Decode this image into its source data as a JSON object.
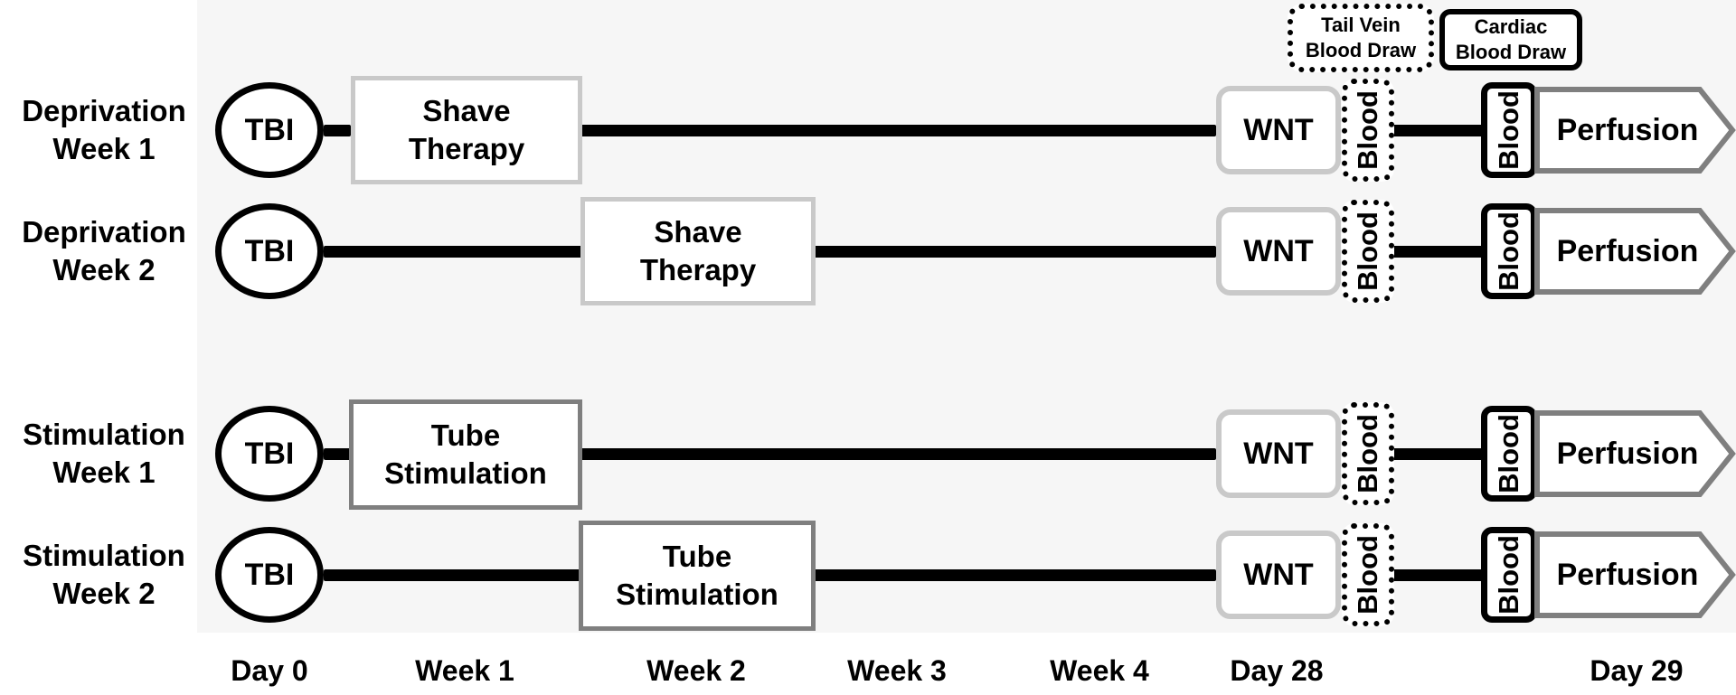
{
  "legend": {
    "tail_vein": "Tail Vein\nBlood Draw",
    "cardiac": "Cardiac\nBlood Draw"
  },
  "rows": [
    {
      "label": "Deprivation\nWeek 1",
      "tbi": "TBI",
      "treatment": "Shave\nTherapy",
      "wnt": "WNT",
      "blood_tail": "Blood",
      "blood_cardiac": "Blood",
      "perfusion": "Perfusion"
    },
    {
      "label": "Deprivation\nWeek 2",
      "tbi": "TBI",
      "treatment": "Shave\nTherapy",
      "wnt": "WNT",
      "blood_tail": "Blood",
      "blood_cardiac": "Blood",
      "perfusion": "Perfusion"
    },
    {
      "label": "Stimulation\nWeek 1",
      "tbi": "TBI",
      "treatment": "Tube\nStimulation",
      "wnt": "WNT",
      "blood_tail": "Blood",
      "blood_cardiac": "Blood",
      "perfusion": "Perfusion"
    },
    {
      "label": "Stimulation\nWeek 2",
      "tbi": "TBI",
      "treatment": "Tube\nStimulation",
      "wnt": "WNT",
      "blood_tail": "Blood",
      "blood_cardiac": "Blood",
      "perfusion": "Perfusion"
    }
  ],
  "timeline": [
    "Day 0",
    "Week 1",
    "Week 2",
    "Week 3",
    "Week 4",
    "Day 28",
    "Day 29"
  ],
  "colors": {
    "shave_border": "#c9c9c9",
    "tube_border": "#7f7f7f",
    "wnt_border": "#c9c9c9",
    "perfusion_border": "#7f7f7f",
    "line": "#000000"
  }
}
